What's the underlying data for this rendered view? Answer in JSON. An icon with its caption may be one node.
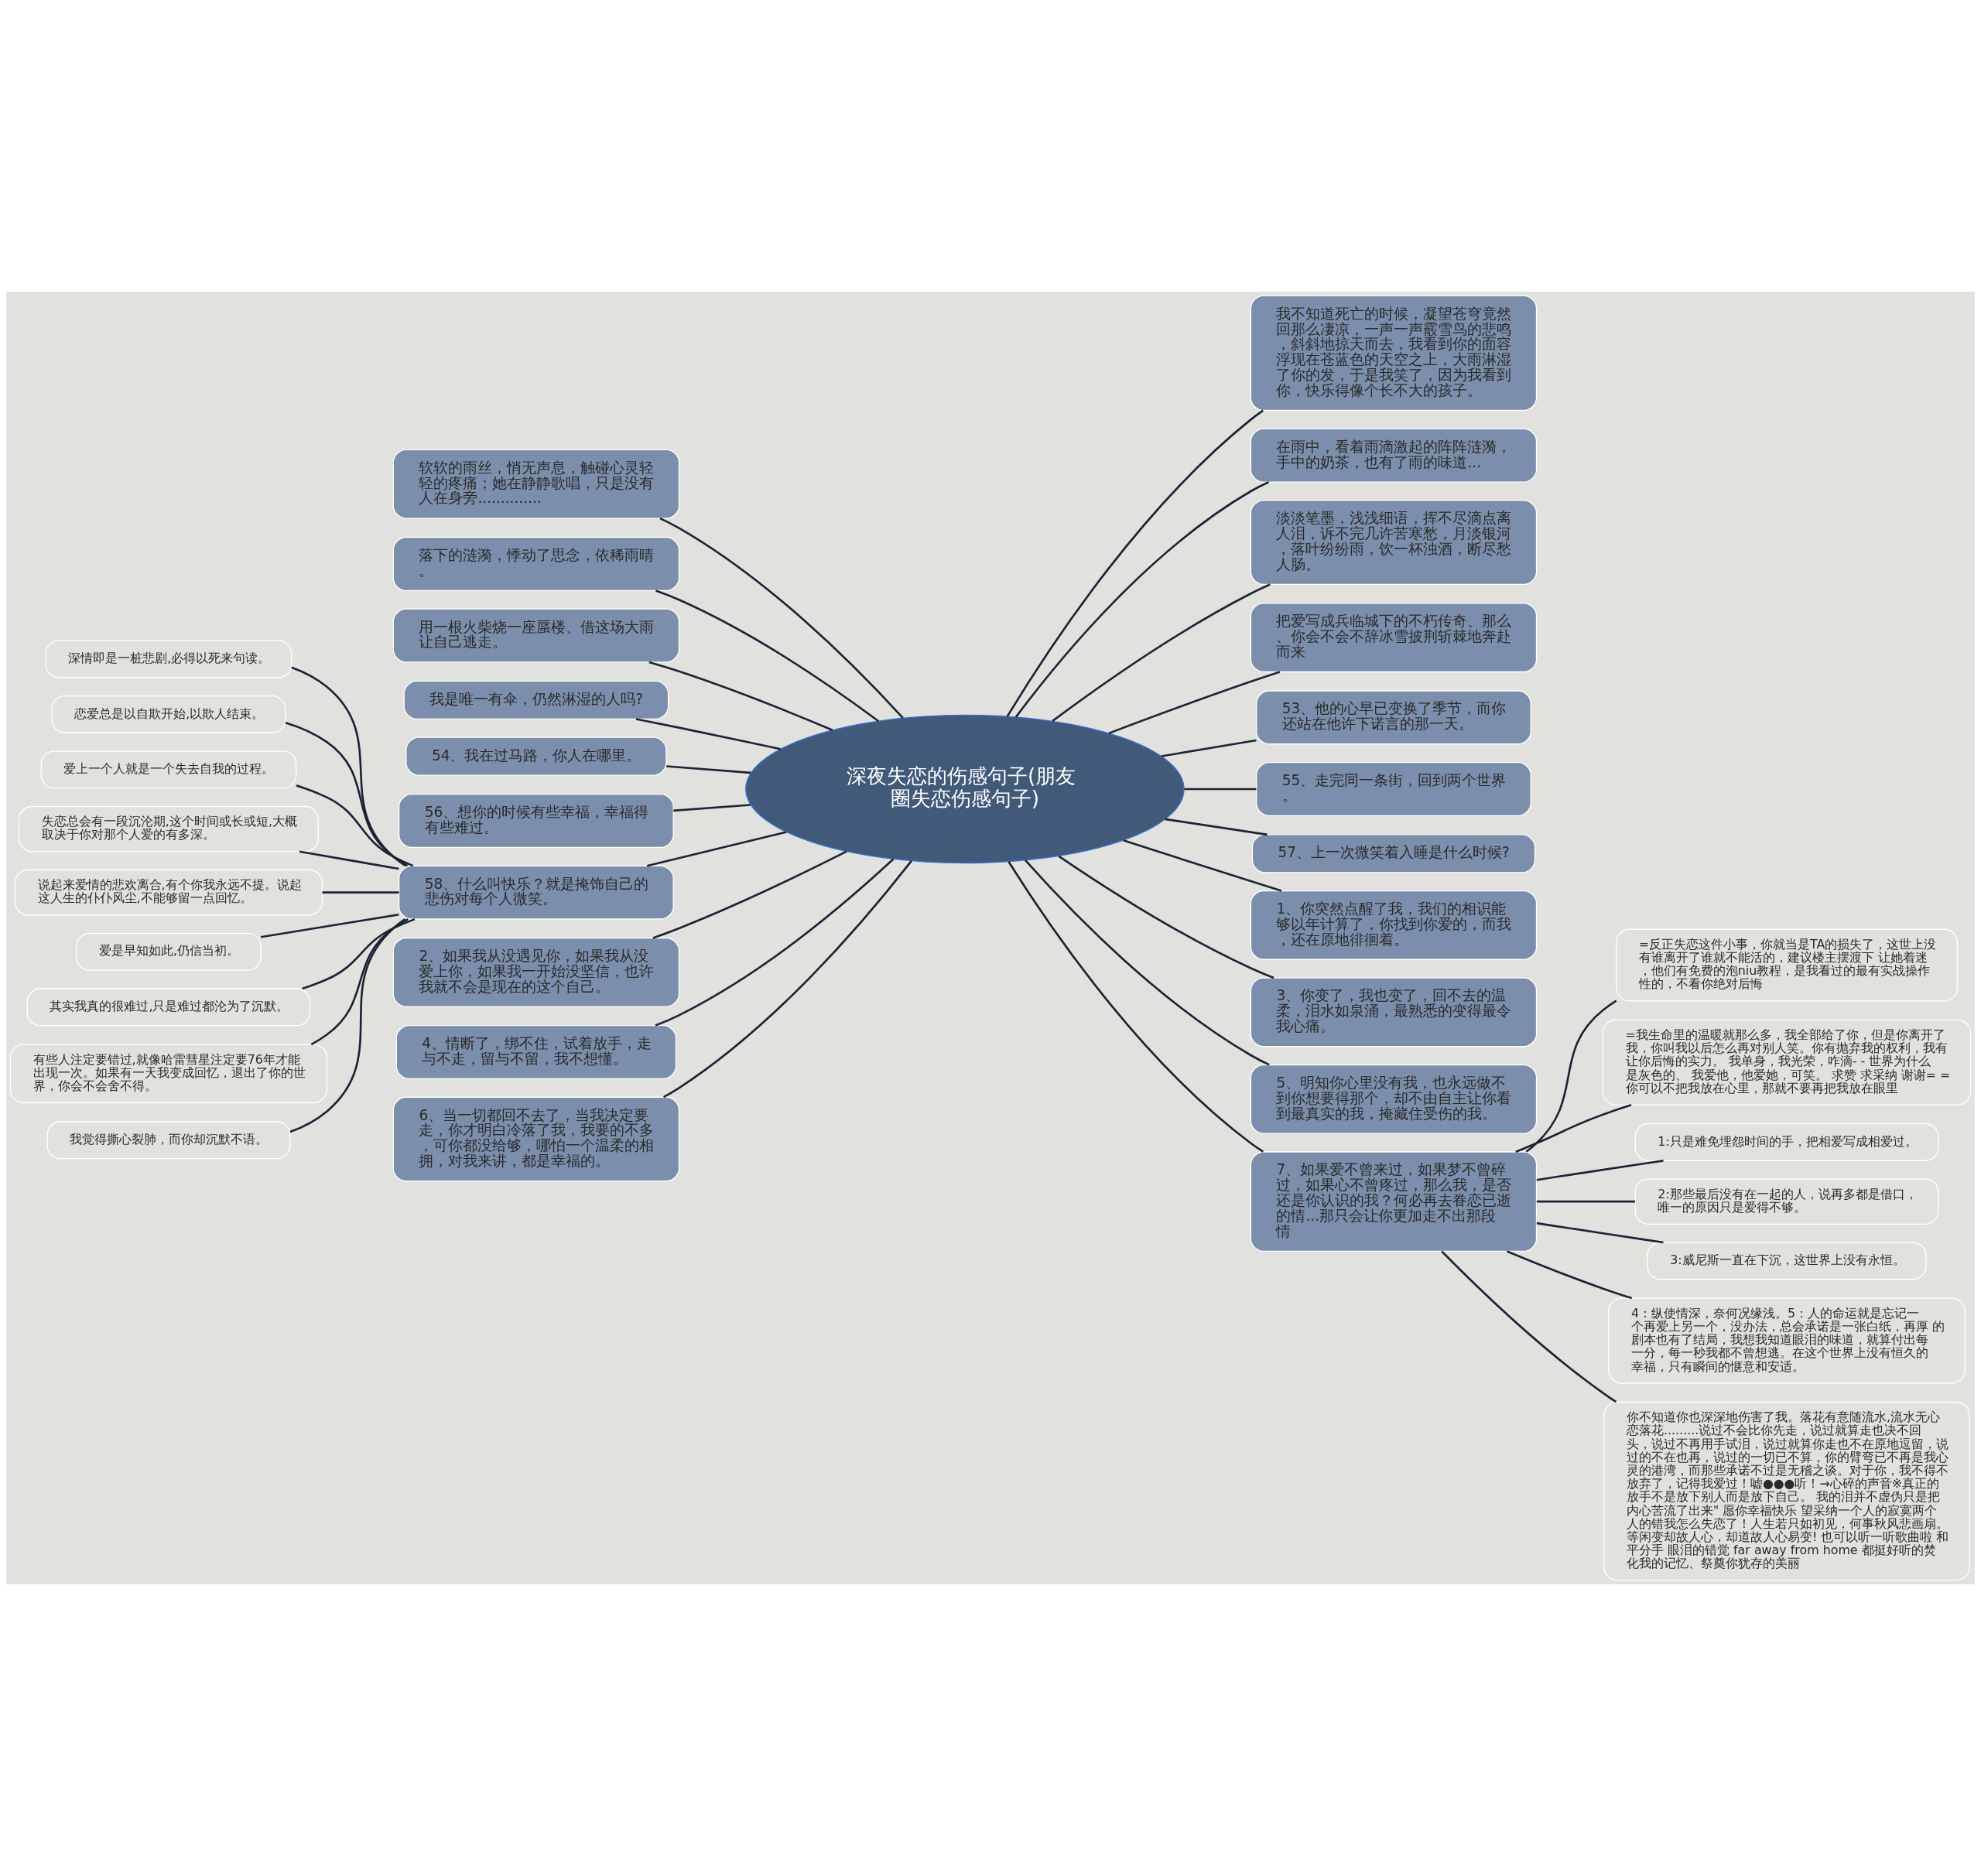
{
  "diagram": {
    "nodes": [
      {
        "text": [
          "深夜失恋的伤感句子(朋友圈失恋伤感句子)"
        ]
      },
      {
        "text": [
          "软软的雨丝，悄无声息，触碰心灵轻轻的疼痛；她在静静歌唱，只是没有人在身旁.............."
        ]
      },
      {
        "text": [
          "落下的涟漪，悸动了思念，依稀雨晴。"
        ]
      },
      {
        "text": [
          "用一根火柴烧一座蜃楼、借这场大雨让自己逃走。"
        ]
      },
      {
        "text": [
          "我是唯一有伞，仍然淋湿的人吗?"
        ]
      },
      {
        "text": [
          "54、我在过马路，你人在哪里。"
        ]
      },
      {
        "text": [
          "56、想你的时候有些幸福，幸福得有些难过。"
        ]
      },
      {
        "text": [
          "58、什么叫快乐？就是掩饰自己的悲伤对每个人微笑。"
        ]
      },
      {
        "text": [
          "深情即是一桩悲剧,必得以死来句读。"
        ]
      },
      {
        "text": [
          "恋爱总是以自欺开始,以欺人结束。"
        ]
      },
      {
        "text": [
          "爱上一个人就是一个失去自我的过程。"
        ]
      },
      {
        "text": [
          "失恋总会有一段沉沦期,这个时间或长或短,大概取决于你对那个人爱的有多深。"
        ]
      },
      {
        "text": [
          "说起来爱情的悲欢离合,有个你我永远不提。说起这人生的仆仆风尘,不能够留一点回忆。"
        ]
      },
      {
        "text": [
          "爱是早知如此,仍信当初。"
        ]
      },
      {
        "text": [
          "其实我真的很难过,只是难过都沦为了沉默。"
        ]
      },
      {
        "text": [
          "有些人注定要错过,就像哈雷彗星注定要76年才能出现一次。如果有一天我变成回忆，退出了你的世界，你会不会舍不得。"
        ]
      },
      {
        "text": [
          "我觉得撕心裂肺，而你却沉默不语。"
        ]
      },
      {
        "text": [
          "2、如果我从没遇见你，如果我从没爱上你，如果我一开始没坚信，也许我就不会是现在的这个自己。"
        ]
      },
      {
        "text": [
          "4、情断了，绑不住，试着放手，走与不走，留与不留，我不想懂。"
        ]
      },
      {
        "text": [
          "6、当一切都回不去了，当我决定要走，你才明白冷落了我，我要的不多，可你都没给够，哪怕一个温柔的相拥，对我来讲，都是幸福的。"
        ]
      },
      {
        "text": [
          "我不知道死亡的时候，凝望苍穹竟然回那么凄凉，一声一声霰雪鸟的悲鸣，斜斜地掠天而去，我看到你的面容浮现在苍蓝色的天空之上，大雨淋湿了你的发，于是我笑了，因为我看到你，快乐得像个长不大的孩子。"
        ]
      },
      {
        "text": [
          "在雨中，看着雨滴激起的阵阵涟漪，手中的奶茶，也有了雨的味道..."
        ]
      },
      {
        "text": [
          "淡淡笔墨，浅浅细语，挥不尽滴点离人泪，诉不完几许苦寒愁，月淡银河，落叶纷纷雨，饮一杯浊酒，断尽愁人肠。"
        ]
      },
      {
        "text": [
          "把爱写成兵临城下的不朽传奇、那么、你会不会不辞冰雪披荆斩棘地奔赴而来"
        ]
      },
      {
        "text": [
          "53、他的心早已变换了季节，而你还站在他许下诺言的那一天。"
        ]
      },
      {
        "text": [
          "55、走完同一条街，回到两个世界。"
        ]
      },
      {
        "text": [
          "57、上一次微笑着入睡是什么时候?"
        ]
      },
      {
        "text": [
          "1、你突然点醒了我，我们的相识能够以年计算了，你找到你爱的，而我，还在原地徘徊着。"
        ]
      },
      {
        "text": [
          "3、你变了，我也变了，回不去的温柔，泪水如泉涌，最熟悉的变得最令我心痛。"
        ]
      },
      {
        "text": [
          "5、明知你心里没有我，也永远做不到你想要得那个，却不由自主让你看到最真实的我，掩藏住受伤的我。"
        ]
      },
      {
        "text": [
          "7、如果爱不曾来过，如果梦不曾碎过，如果心不曾疼过，那么我，是否还是你认识的我？何必再去眷恋已逝的情...那只会让你更加走不出那段情"
        ]
      },
      {
        "text": [
          "=反正失恋这件小事，你就当是TA的损失了，这世上没有谁离开了谁就不能活的，建议楼主摆渡下 让她着迷，他们有免费的泡niu教程，是我看过的最有实战操作性的，不看你绝对后悔"
        ]
      },
      {
        "text": [
          "=我生命里的温暖就那么多，我全部给了你，但是你离开了我，你叫我以后怎么再对别人笑。你有抛弃我的权利，我有让你后悔的实力。 我单身，我光荣，咋滴- - 世界为什么是灰色的、 我爱他，他爱她，可笑。 求赞 求采纳 谢谢= =你可以不把我放在心里，那就不要再把我放在眼里"
        ]
      },
      {
        "text": [
          "1:只是难免埋怨时间的手，把相爱写成相爱过。"
        ]
      },
      {
        "text": [
          "2:那些最后没有在一起的人，说再多都是借口，唯一的原因只是爱得不够。"
        ]
      },
      {
        "text": [
          "3:威尼斯一直在下沉，这世界上没有永恒。"
        ]
      },
      {
        "text": [
          "4：纵使情深，奈何况缘浅。5：人的命运就是忘记一个再爱上另一个，没办法，总会承诺是一张白纸，再厚 的剧本也有了结局，我想我知道眼泪的味道，就算付出每一分，每一秒我都不曾想逃。在这个世界上没有恒久的幸福，只有瞬间的惬意和安适。"
        ]
      },
      {
        "text": [
          "你不知道你也深深地伤害了我。落花有意随流水,流水无心恋落花.........说过不会比你先走，说过就算走也决不回头，说过不再用手试泪，说过就算你走也不在原地逗留，说过的不在也再，说过的一切已不算，你的臂弯已不再是我心灵的港湾，而那些承诺不过是无稽之谈。对于你，我不得不放弃了，记得我爱过！嘘●●●听！→心碎的声音※真正的放手不是放下别人而是放下自己。 我的泪并不虚伪只是把内心苦流了出来\" 愿你幸福快乐 望采纳一个人的寂寞两个人的错我怎么失恋了！人生若只如初见，何事秋风悲画扇。等闲变却故人心，却道故人心易变! 也可以听一听歌曲啦 和平分手 眼泪的错觉 far away from home 都挺好听的焚化我的记忆、祭奠你犹存的美丽"
        ]
      }
    ],
    "edges": [
      {
        "from": 0,
        "to": 1,
        "arrow": "none"
      },
      {
        "from": 0,
        "to": 2,
        "arrow": "none"
      },
      {
        "from": 0,
        "to": 3,
        "arrow": "none"
      },
      {
        "from": 0,
        "to": 4,
        "arrow": "none"
      },
      {
        "from": 0,
        "to": 5,
        "arrow": "none"
      },
      {
        "from": 0,
        "to": 6,
        "arrow": "none"
      },
      {
        "from": 0,
        "to": 7,
        "arrow": "none"
      },
      {
        "from": 7,
        "to": 8,
        "arrow": "none"
      },
      {
        "from": 7,
        "to": 9,
        "arrow": "none"
      },
      {
        "from": 7,
        "to": 10,
        "arrow": "none"
      },
      {
        "from": 7,
        "to": 11,
        "arrow": "none"
      },
      {
        "from": 7,
        "to": 12,
        "arrow": "none"
      },
      {
        "from": 7,
        "to": 13,
        "arrow": "none"
      },
      {
        "from": 7,
        "to": 14,
        "arrow": "none"
      },
      {
        "from": 7,
        "to": 15,
        "arrow": "none"
      },
      {
        "from": 7,
        "to": 16,
        "arrow": "none"
      },
      {
        "from": 0,
        "to": 17,
        "arrow": "none"
      },
      {
        "from": 0,
        "to": 18,
        "arrow": "none"
      },
      {
        "from": 0,
        "to": 19,
        "arrow": "none"
      },
      {
        "from": 0,
        "to": 20,
        "arrow": "none"
      },
      {
        "from": 0,
        "to": 21,
        "arrow": "none"
      },
      {
        "from": 0,
        "to": 22,
        "arrow": "none"
      },
      {
        "from": 0,
        "to": 23,
        "arrow": "none"
      },
      {
        "from": 0,
        "to": 24,
        "arrow": "none"
      },
      {
        "from": 0,
        "to": 25,
        "arrow": "none"
      },
      {
        "from": 0,
        "to": 26,
        "arrow": "none"
      },
      {
        "from": 0,
        "to": 27,
        "arrow": "none"
      },
      {
        "from": 0,
        "to": 28,
        "arrow": "none"
      },
      {
        "from": 0,
        "to": 29,
        "arrow": "none"
      },
      {
        "from": 0,
        "to": 30,
        "arrow": "none"
      },
      {
        "from": 30,
        "to": 31,
        "arrow": "none"
      },
      {
        "from": 30,
        "to": 32,
        "arrow": "none"
      },
      {
        "from": 30,
        "to": 33,
        "arrow": "none"
      },
      {
        "from": 30,
        "to": 34,
        "arrow": "none"
      },
      {
        "from": 30,
        "to": 35,
        "arrow": "none"
      },
      {
        "from": 30,
        "to": 36,
        "arrow": "none"
      },
      {
        "from": 30,
        "to": 37,
        "arrow": "none"
      }
    ]
  }
}
